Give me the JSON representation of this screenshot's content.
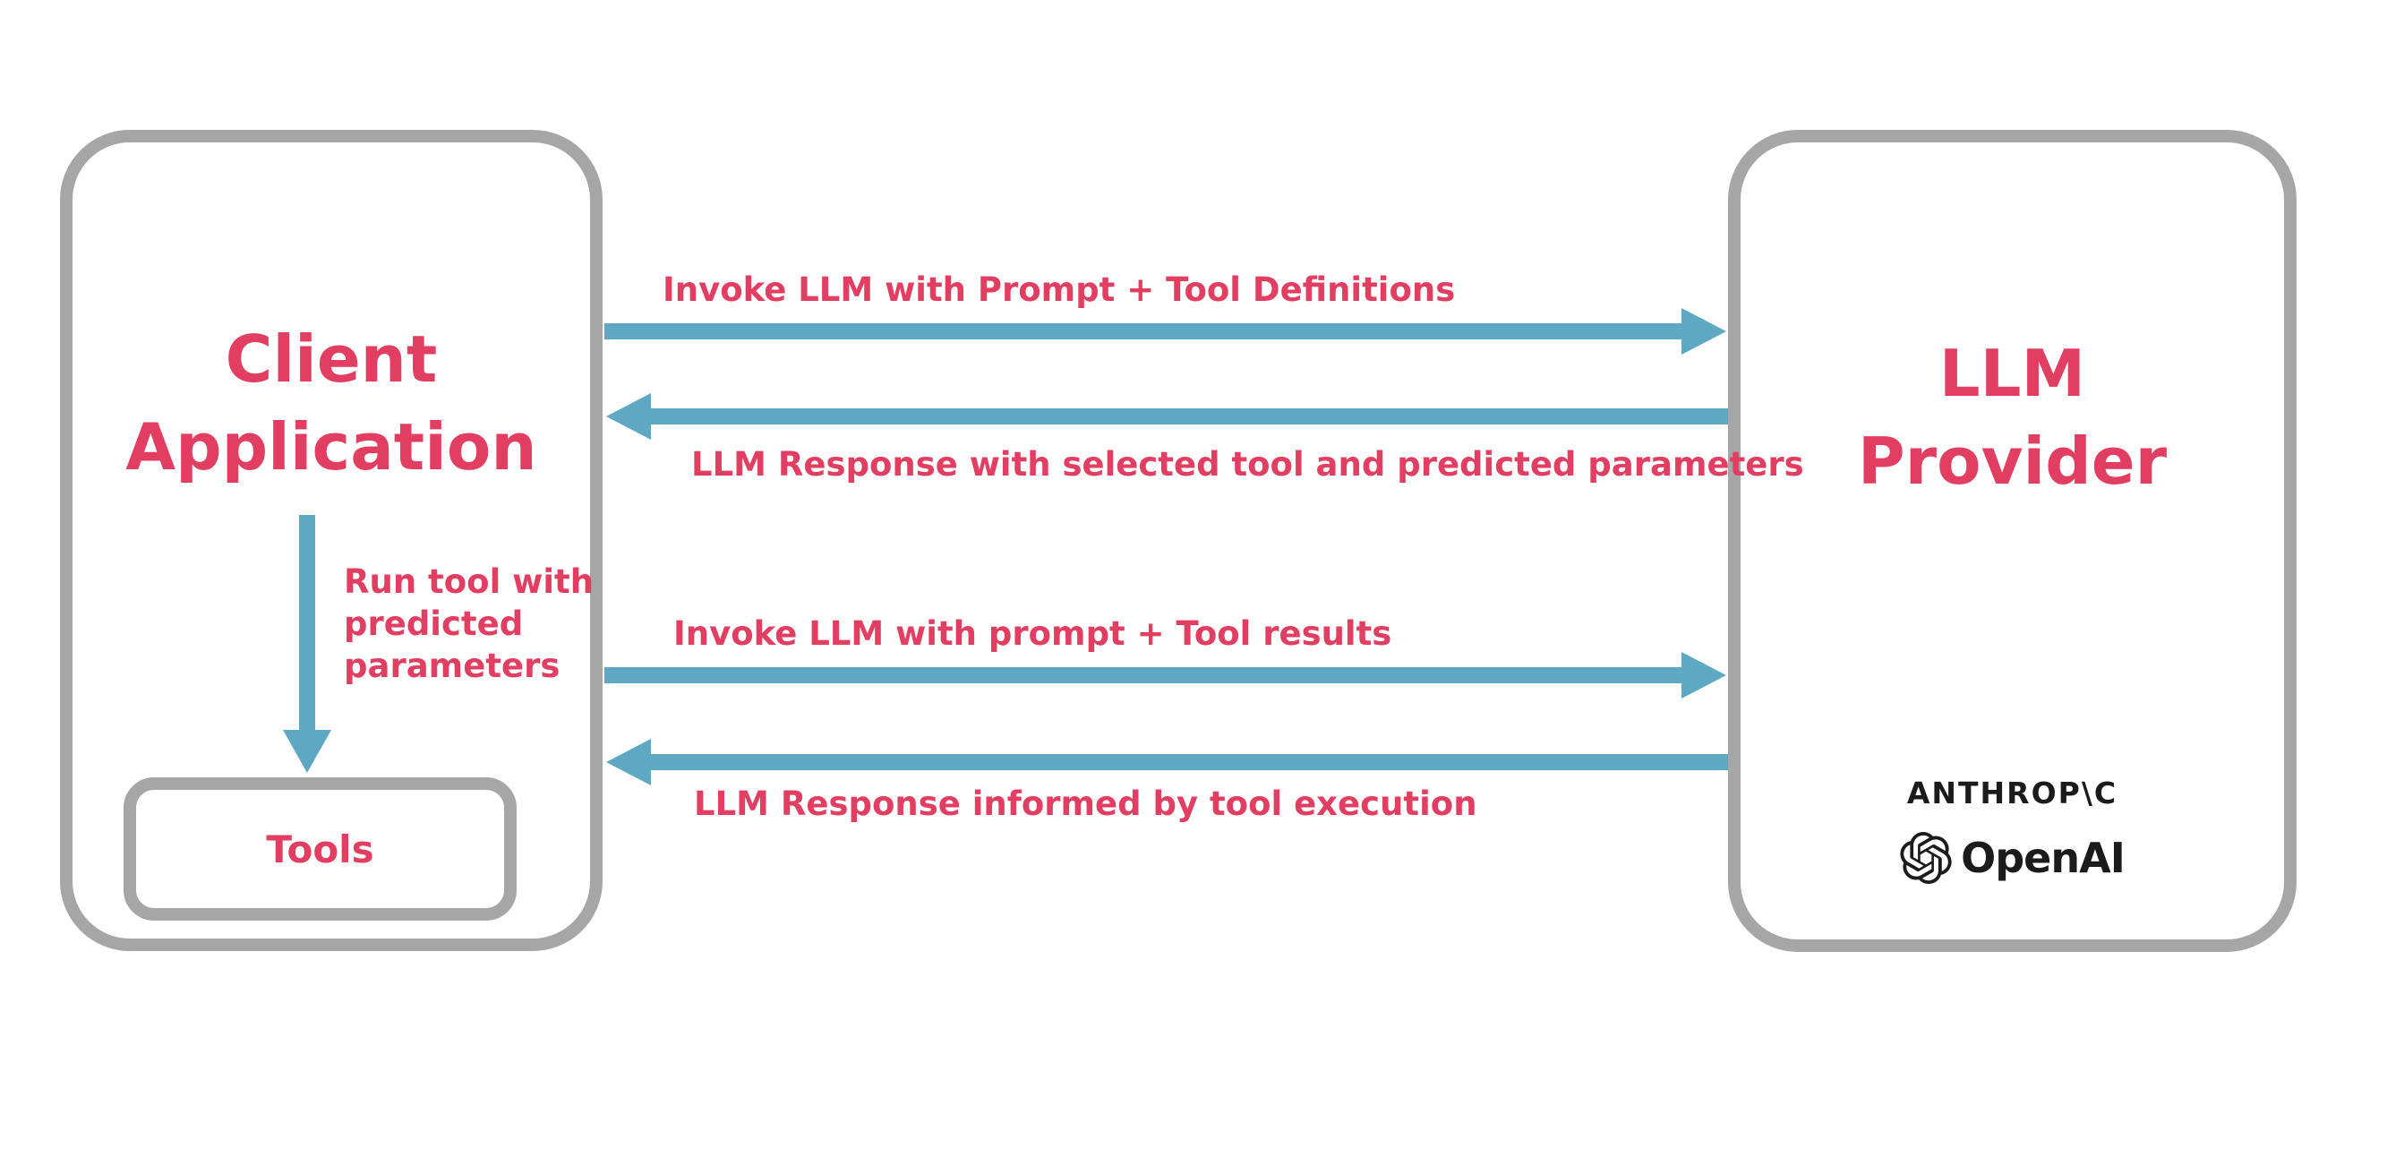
{
  "colors": {
    "pink": "#E13E62",
    "blue": "#5FA8C3",
    "gray": "#A6A6A6",
    "logo_black": "#1B1B1B"
  },
  "client_box": {
    "title_line1": "Client",
    "title_line2": "Application",
    "tools_label": "Tools"
  },
  "provider_box": {
    "title_line1": "LLM",
    "title_line2": "Provider",
    "anthropic_wordmark": "ANTHROP\\C",
    "openai_wordmark": "OpenAI",
    "openai_icon": "openai-flower-knot-icon"
  },
  "flows": [
    {
      "label": "Invoke LLM with Prompt + Tool Definitions",
      "direction": "client-to-provider"
    },
    {
      "label": "LLM Response with selected tool and predicted parameters",
      "direction": "provider-to-client"
    },
    {
      "label": "Invoke LLM with prompt + Tool results",
      "direction": "client-to-provider"
    },
    {
      "label": "LLM Response informed by tool execution",
      "direction": "provider-to-client"
    },
    {
      "label": "Run tool with predicted parameters",
      "direction": "client-to-tools"
    }
  ]
}
